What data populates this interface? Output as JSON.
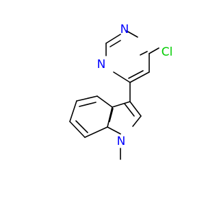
{
  "molecule": {
    "atoms": {
      "pyrimidine_n1": "N",
      "pyrimidine_n3": "N",
      "chlorine": "Cl",
      "indole_n": "N"
    },
    "colors": {
      "nitrogen": "#0000ff",
      "chlorine": "#00cc00",
      "bond": "#000000",
      "background": "#ffffff"
    }
  }
}
